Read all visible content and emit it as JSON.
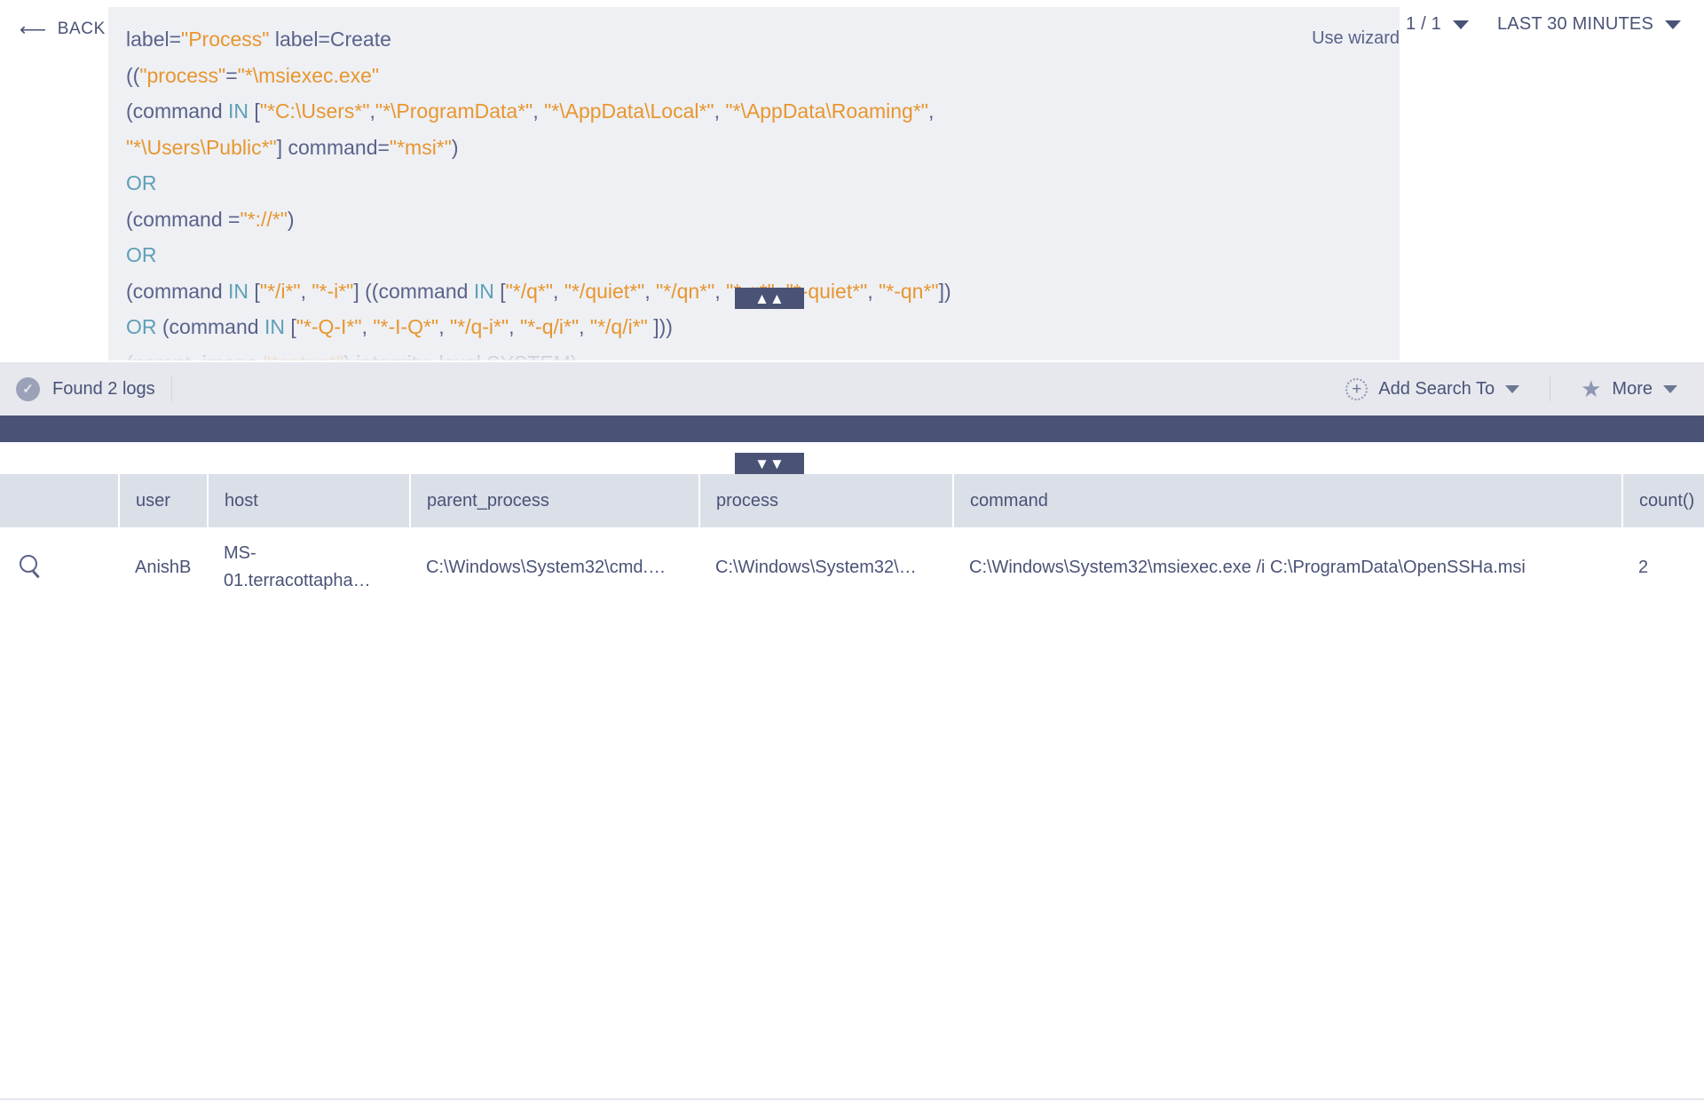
{
  "header": {
    "back_label": "BACK",
    "back_icon": "arrow-left-icon",
    "use_wizard_label": "Use wizard",
    "page_indicator": "1 / 1",
    "time_range": "LAST 30 MINUTES"
  },
  "query": {
    "lines": [
      [
        {
          "t": "label=",
          "c": "plain"
        },
        {
          "t": "\"Process\"",
          "c": "str"
        },
        {
          "t": " label=Create",
          "c": "plain"
        }
      ],
      [
        {
          "t": "((",
          "c": "plain"
        },
        {
          "t": "\"process\"",
          "c": "str"
        },
        {
          "t": "=",
          "c": "plain"
        },
        {
          "t": "\"*\\msiexec.exe\"",
          "c": "str"
        }
      ],
      [
        {
          "t": "(command ",
          "c": "plain"
        },
        {
          "t": "IN",
          "c": "op"
        },
        {
          "t": " [",
          "c": "plain"
        },
        {
          "t": "\"*C:\\Users*\"",
          "c": "str"
        },
        {
          "t": ",",
          "c": "plain"
        },
        {
          "t": "\"*\\ProgramData*\"",
          "c": "str"
        },
        {
          "t": ", ",
          "c": "plain"
        },
        {
          "t": "\"*\\AppData\\Local*\"",
          "c": "str"
        },
        {
          "t": ", ",
          "c": "plain"
        },
        {
          "t": "\"*\\AppData\\Roaming*\"",
          "c": "str"
        },
        {
          "t": ",",
          "c": "plain"
        }
      ],
      [
        {
          "t": "\"*\\Users\\Public*\"",
          "c": "str"
        },
        {
          "t": "] command=",
          "c": "plain"
        },
        {
          "t": "\"*msi*\"",
          "c": "str"
        },
        {
          "t": ")",
          "c": "plain"
        }
      ],
      [
        {
          "t": "OR",
          "c": "op"
        }
      ],
      [
        {
          "t": "(command =",
          "c": "plain"
        },
        {
          "t": "\"*://*\"",
          "c": "str"
        },
        {
          "t": ")",
          "c": "plain"
        }
      ],
      [
        {
          "t": "OR",
          "c": "op"
        }
      ],
      [
        {
          "t": "(command ",
          "c": "plain"
        },
        {
          "t": "IN",
          "c": "op"
        },
        {
          "t": " [",
          "c": "plain"
        },
        {
          "t": "\"*/i*\"",
          "c": "str"
        },
        {
          "t": ", ",
          "c": "plain"
        },
        {
          "t": "\"*-i*\"",
          "c": "str"
        },
        {
          "t": "] ((command ",
          "c": "plain"
        },
        {
          "t": "IN",
          "c": "op"
        },
        {
          "t": " [",
          "c": "plain"
        },
        {
          "t": "\"*/q*\"",
          "c": "str"
        },
        {
          "t": ", ",
          "c": "plain"
        },
        {
          "t": "\"*/quiet*\"",
          "c": "str"
        },
        {
          "t": ", ",
          "c": "plain"
        },
        {
          "t": "\"*/qn*\"",
          "c": "str"
        },
        {
          "t": ", ",
          "c": "plain"
        },
        {
          "t": "\"*-q*\"",
          "c": "str"
        },
        {
          "t": ", ",
          "c": "plain"
        },
        {
          "t": "\"*-quiet*\"",
          "c": "str"
        },
        {
          "t": ", ",
          "c": "plain"
        },
        {
          "t": "\"*-qn*\"",
          "c": "str"
        },
        {
          "t": "])",
          "c": "plain"
        }
      ],
      [
        {
          "t": "OR",
          "c": "op"
        },
        {
          "t": " (command ",
          "c": "plain"
        },
        {
          "t": "IN",
          "c": "op"
        },
        {
          "t": " [",
          "c": "plain"
        },
        {
          "t": "\"*-Q-I*\"",
          "c": "str"
        },
        {
          "t": ", ",
          "c": "plain"
        },
        {
          "t": "\"*-I-Q*\"",
          "c": "str"
        },
        {
          "t": ", ",
          "c": "plain"
        },
        {
          "t": "\"*/q-i*\"",
          "c": "str"
        },
        {
          "t": ", ",
          "c": "plain"
        },
        {
          "t": "\"*-q/i*\"",
          "c": "str"
        },
        {
          "t": ", ",
          "c": "plain"
        },
        {
          "t": "\"*/q/i*\"",
          "c": "str"
        },
        {
          "t": " ]))",
          "c": "plain"
        }
      ],
      [
        {
          "t": "(parent_image ",
          "c": "plain"
        },
        {
          "t": "\"*setup*\"",
          "c": "str"
        },
        {
          "t": ") integrity_level SYSTEM)",
          "c": "plain"
        }
      ]
    ]
  },
  "status": {
    "found_label": "Found 2 logs",
    "check_icon": "circle-check-icon",
    "add_search_to_label": "Add Search To",
    "add_icon": "plus-circle-icon",
    "more_label": "More",
    "star_icon": "star-icon"
  },
  "table": {
    "columns": [
      "",
      "user",
      "host",
      "parent_process",
      "process",
      "command",
      "count()"
    ],
    "rows": [
      {
        "icon": "magnifier-icon",
        "user": "AnishB",
        "host": "MS-01.terracottapha…",
        "parent_process": "C:\\Windows\\System32\\cmd.…",
        "process": "C:\\Windows\\System32\\…",
        "command": "C:\\Windows\\System32\\msiexec.exe /i C:\\ProgramData\\OpenSSHa.msi",
        "count": "2"
      }
    ]
  },
  "colors": {
    "accent_dark": "#4a5376",
    "string_orange": "#e8962f",
    "operator_teal": "#5e9fb8",
    "panel_bg": "#eef0f4",
    "statusbar_bg": "#e6e8ee",
    "table_header_bg": "#dbdfe8"
  }
}
